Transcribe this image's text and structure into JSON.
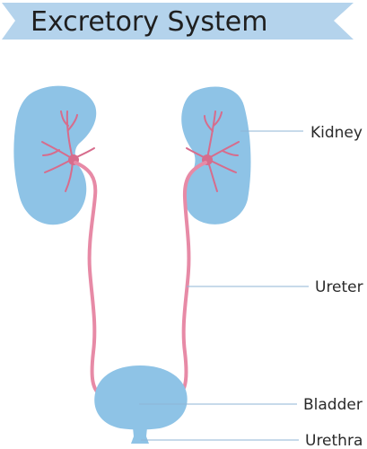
{
  "title": "Excretory System",
  "labels": {
    "kidney": "Kidney",
    "ureter": "Ureter",
    "bladder": "Bladder",
    "urethra": "Urethra"
  },
  "colors": {
    "banner": "#b4d3ec",
    "organ": "#8ec3e6",
    "vessel": "#e78aa6",
    "vessel_dark": "#d76c8c",
    "leader": "#8fb5d6",
    "text": "#1f1f1f"
  }
}
